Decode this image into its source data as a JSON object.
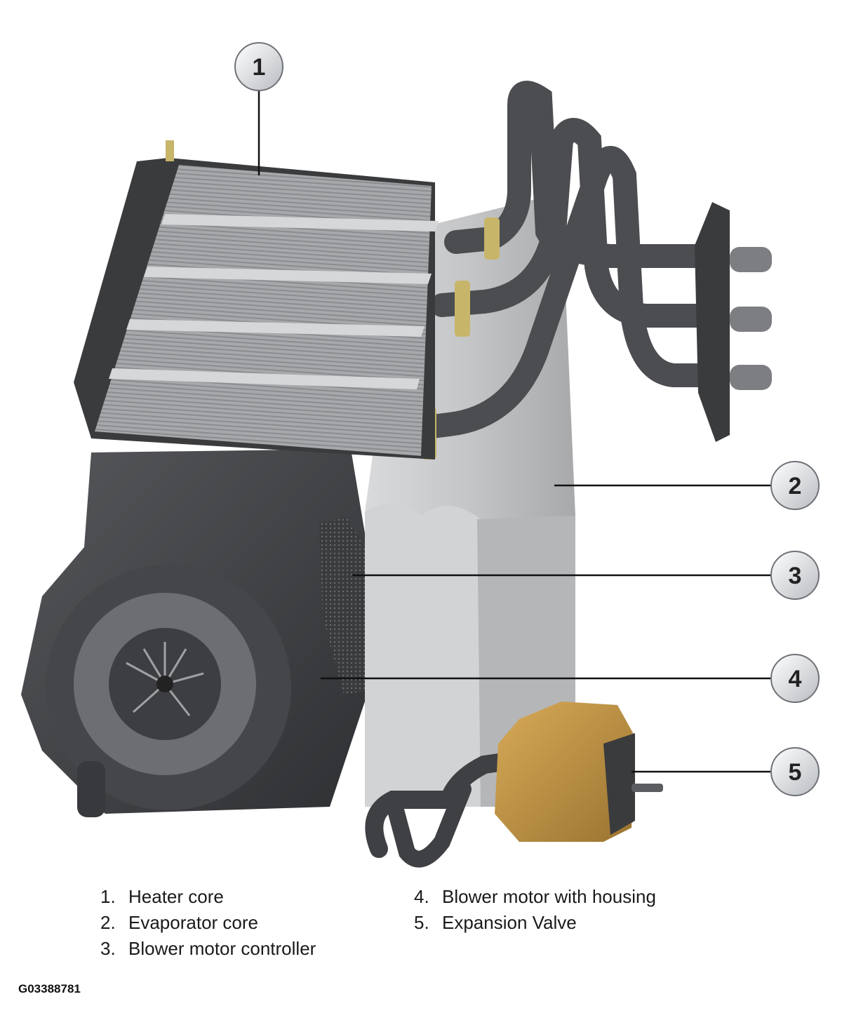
{
  "callouts": [
    {
      "number": "1",
      "label": "Heater core"
    },
    {
      "number": "2",
      "label": "Evaporator core"
    },
    {
      "number": "3",
      "label": "Blower motor controller"
    },
    {
      "number": "4",
      "label": "Blower motor with housing"
    },
    {
      "number": "5",
      "label": "Expansion Valve"
    }
  ],
  "legend": {
    "left": [
      {
        "num": "1.",
        "text": "Heater core"
      },
      {
        "num": "2.",
        "text": "Evaporator core"
      },
      {
        "num": "3.",
        "text": "Blower motor controller"
      }
    ],
    "right": [
      {
        "num": "4.",
        "text": "Blower motor with housing"
      },
      {
        "num": "5.",
        "text": "Expansion Valve"
      }
    ]
  },
  "figure_id": "G03388781",
  "colors": {
    "housing": "#3d3f42",
    "heater_core": "#a9abad",
    "evaporator": "#c9cacc",
    "hoses": "#4b4d50",
    "expansion_valve": "#b98e3f",
    "callout_bubble": "#e2e4e7"
  }
}
